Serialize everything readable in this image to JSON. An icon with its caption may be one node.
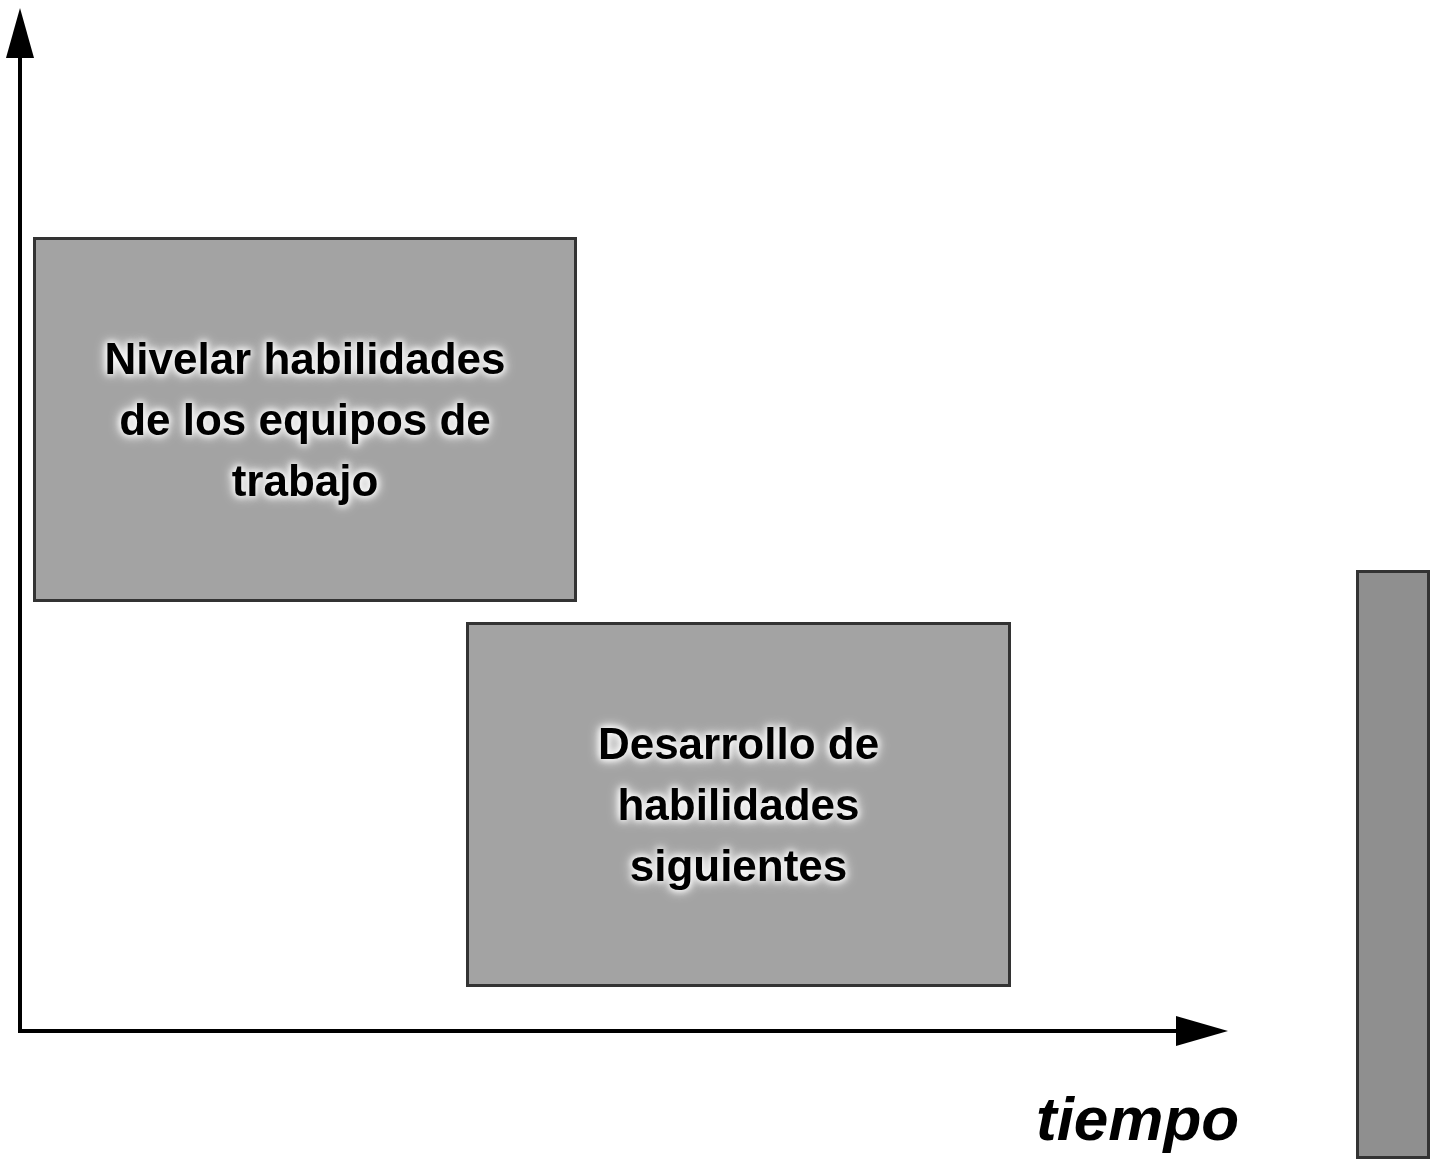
{
  "diagram": {
    "nodes": [
      {
        "text": [
          "Nivelar habilidades de los equipos de trabajo"
        ]
      },
      {
        "text": [
          "Desarrollo de habilidades siguientes"
        ]
      },
      {
        "text": [],
        "shape": "bar"
      }
    ],
    "labels": [
      "tiempo"
    ]
  }
}
